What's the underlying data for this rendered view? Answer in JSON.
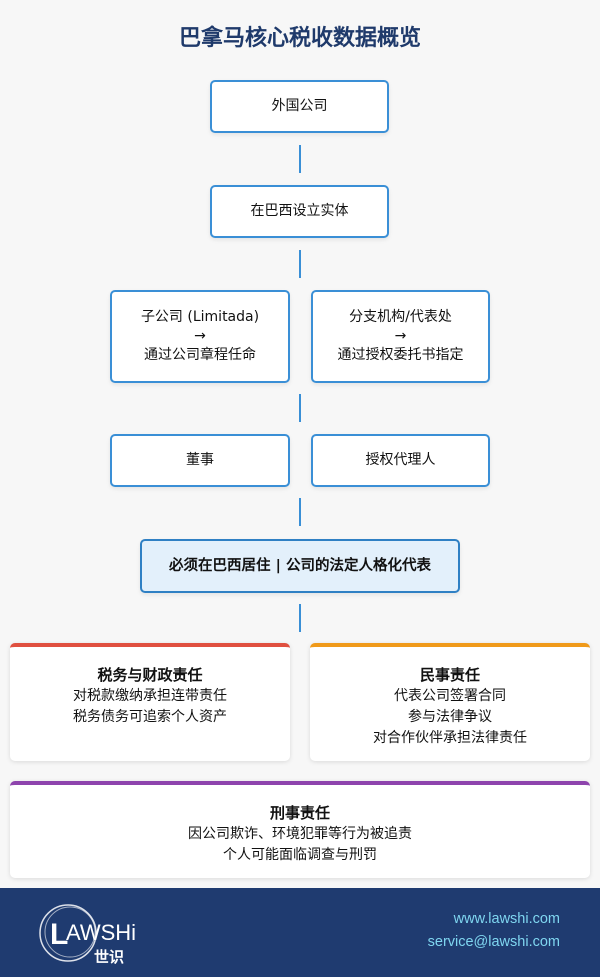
{
  "title": "巴拿马核心税收数据概览",
  "nodes": {
    "foreign": "外国公司",
    "entity": "在巴西设立实体",
    "sub_line1": "子公司 (Limitada)",
    "sub_arrow": "→",
    "sub_line2": "通过公司章程任命",
    "branch_line1": "分支机构/代表处",
    "branch_arrow": "→",
    "branch_line2": "通过授权委托书指定",
    "director": "董事",
    "agent": "授权代理人",
    "requirement": "必须在巴西居住 | 公司的法定人格化代表"
  },
  "cards": [
    {
      "title": "税务与财政责任",
      "lines": [
        "对税款缴纳承担连带责任",
        "税务债务可追索个人资产"
      ],
      "color": "#e05040"
    },
    {
      "title": "民事责任",
      "lines": [
        "代表公司签署合同",
        "参与法律争议",
        "对合作伙伴承担法律责任"
      ],
      "color": "#f09a1a"
    },
    {
      "title": "刑事责任",
      "lines": [
        "因公司欺诈、环境犯罪等行为被追责",
        "个人可能面临调查与刑罚"
      ],
      "color": "#8e44ad"
    }
  ],
  "footer": {
    "logo_text": "LAWSHi",
    "logo_cn": "世识",
    "website": "www.lawshi.com",
    "email": "service@lawshi.com"
  }
}
